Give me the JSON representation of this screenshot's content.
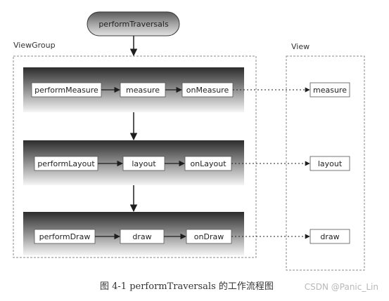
{
  "top_node": {
    "label": "performTraversals"
  },
  "containers": {
    "viewgroup": {
      "label": "ViewGroup"
    },
    "view": {
      "label": "View"
    }
  },
  "rows": [
    {
      "id": "measure",
      "steps": [
        "performMeasure",
        "measure",
        "onMeasure"
      ],
      "view_step": "measure"
    },
    {
      "id": "layout",
      "steps": [
        "performLayout",
        "layout",
        "onLayout"
      ],
      "view_step": "layout"
    },
    {
      "id": "draw",
      "steps": [
        "performDraw",
        "draw",
        "onDraw"
      ],
      "view_step": "draw"
    }
  ],
  "caption": "图 4-1    performTraversals 的工作流程图",
  "watermark": "CSDN @Panic_Lin",
  "colors": {
    "band_top": "#2c2c2c",
    "band_bottom": "#f6f6f6",
    "top_node_fill": "#8f8f8f",
    "dashed": "#888888",
    "arrow": "#1e1e1e",
    "node_stroke": "#555555"
  }
}
